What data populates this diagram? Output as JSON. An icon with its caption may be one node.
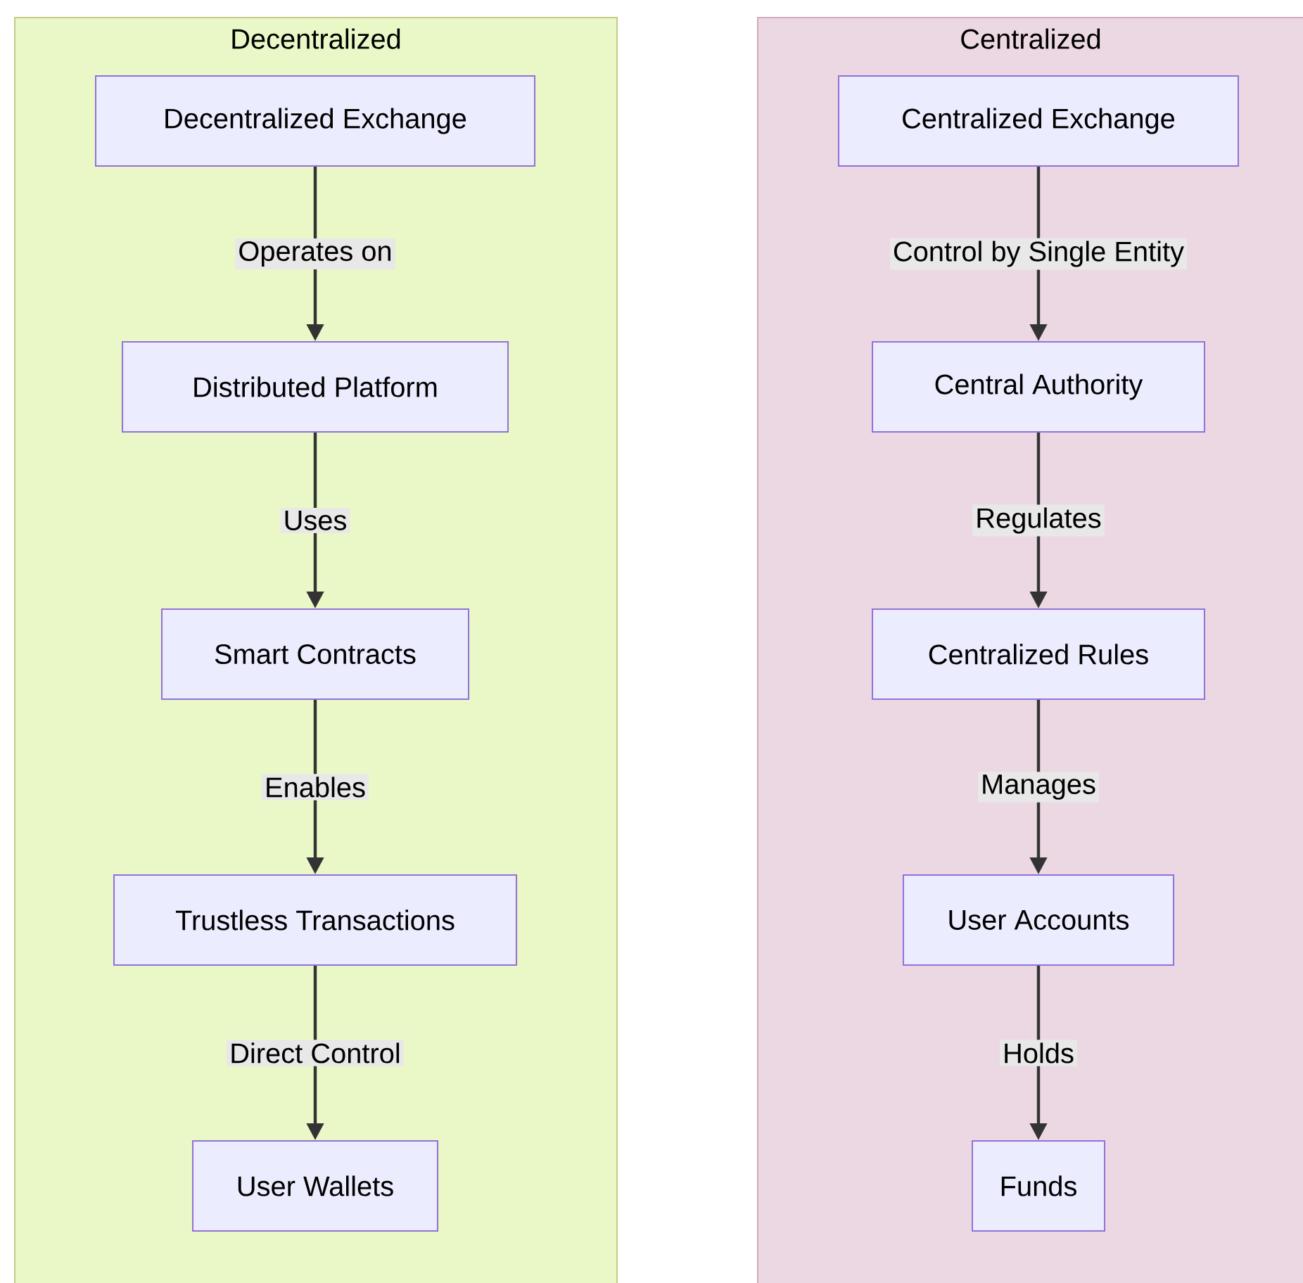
{
  "diagram": {
    "nodes": [
      {
        "text": [
          "Decentralized"
        ]
      },
      {
        "text": [
          "Decentralized Exchange"
        ],
        "in": 0
      },
      {
        "text": [
          "Distributed Platform"
        ],
        "in": 0
      },
      {
        "text": [
          "Smart Contracts"
        ],
        "in": 0
      },
      {
        "text": [
          "Trustless Transactions"
        ],
        "in": 0
      },
      {
        "text": [
          "User Wallets"
        ],
        "in": 0
      },
      {
        "text": [
          "Centralized"
        ]
      },
      {
        "text": [
          "Centralized Exchange"
        ],
        "in": 6
      },
      {
        "text": [
          "Central Authority"
        ],
        "in": 6
      },
      {
        "text": [
          "Centralized Rules"
        ],
        "in": 6
      },
      {
        "text": [
          "User Accounts"
        ],
        "in": 6
      },
      {
        "text": [
          "Funds"
        ],
        "in": 6
      }
    ],
    "edges": [
      {
        "from": 1,
        "to": 2,
        "arrow": "to",
        "label": "Operates on"
      },
      {
        "from": 2,
        "to": 3,
        "arrow": "to",
        "label": "Uses"
      },
      {
        "from": 3,
        "to": 4,
        "arrow": "to",
        "label": "Enables"
      },
      {
        "from": 4,
        "to": 5,
        "arrow": "to",
        "label": "Direct Control"
      },
      {
        "from": 7,
        "to": 8,
        "arrow": "to",
        "label": "Control by Single Entity"
      },
      {
        "from": 8,
        "to": 9,
        "arrow": "to",
        "label": "Regulates"
      },
      {
        "from": 9,
        "to": 10,
        "arrow": "to",
        "label": "Manages"
      },
      {
        "from": 10,
        "to": 11,
        "arrow": "to",
        "label": "Holds"
      }
    ]
  }
}
